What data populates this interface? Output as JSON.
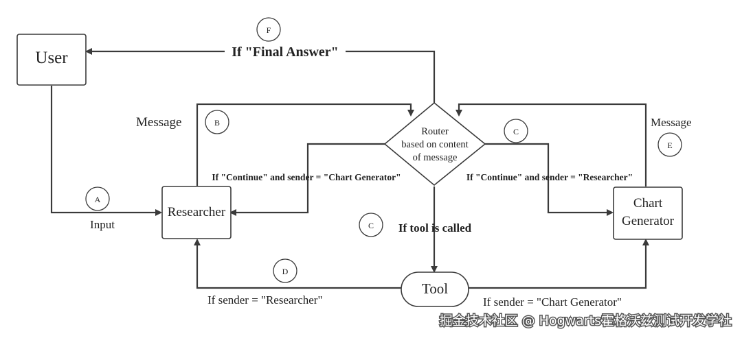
{
  "nodes": {
    "user": "User",
    "researcher": "Researcher",
    "chart_generator_line1": "Chart",
    "chart_generator_line2": "Generator",
    "router_line1": "Router",
    "router_line2": "based on content",
    "router_line3": "of message",
    "tool": "Tool"
  },
  "edge_labels": {
    "final_answer": "If \"Final Answer\"",
    "message_left": "Message",
    "message_right": "Message",
    "continue_chart": "If \"Continue\" and sender = \"Chart Generator\"",
    "continue_researcher": "If \"Continue\" and sender = \"Researcher\"",
    "tool_called": "If tool is called",
    "input": "Input",
    "sender_researcher": "If sender = \"Researcher\"",
    "sender_chart": "If sender = \"Chart Generator\""
  },
  "markers": {
    "a": "A",
    "b": "B",
    "c_top": "C",
    "c_mid": "C",
    "d": "D",
    "e": "E",
    "f": "F"
  },
  "watermark": "掘金技术社区 @ Hogwarts霍格沃兹测试开发学社"
}
